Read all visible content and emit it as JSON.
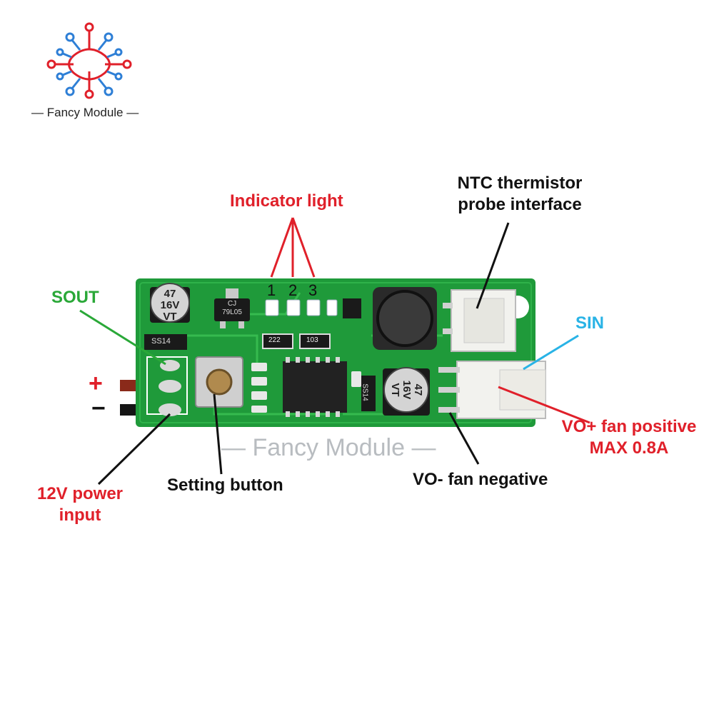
{
  "brand": {
    "name": "Fancy Module",
    "logo_colors": {
      "red": "#e0202a",
      "blue": "#2e7fd6"
    }
  },
  "watermark": {
    "text": "Fancy Module"
  },
  "labels": {
    "indicator_light": "Indicator light",
    "indicator_numbers": [
      "1",
      "2",
      "3"
    ],
    "ntc_line1": "NTC thermistor",
    "ntc_line2": "probe interface",
    "sout": "SOUT",
    "sin": "SIN",
    "plus": "+",
    "minus": "−",
    "power_line1": "12V power",
    "power_line2": "input",
    "setting_button": "Setting button",
    "vo_negative": "VO- fan negative",
    "vo_positive_line1": "VO+ fan positive",
    "vo_positive_line2": "MAX 0.8A"
  },
  "board_marks": {
    "cap1": [
      "47",
      "16V",
      "VT"
    ],
    "cap2": [
      "47",
      "16V",
      "VT"
    ],
    "reg_line1": "CJ",
    "reg_line2": "79L05",
    "diode1": "SS14",
    "diode2": "SS14",
    "res1": "222",
    "res2": "103"
  },
  "colors": {
    "label_red": "#e0202a",
    "label_green": "#2aa838",
    "label_blue": "#29b3e6",
    "pcb_green": "#1f9a3a"
  }
}
